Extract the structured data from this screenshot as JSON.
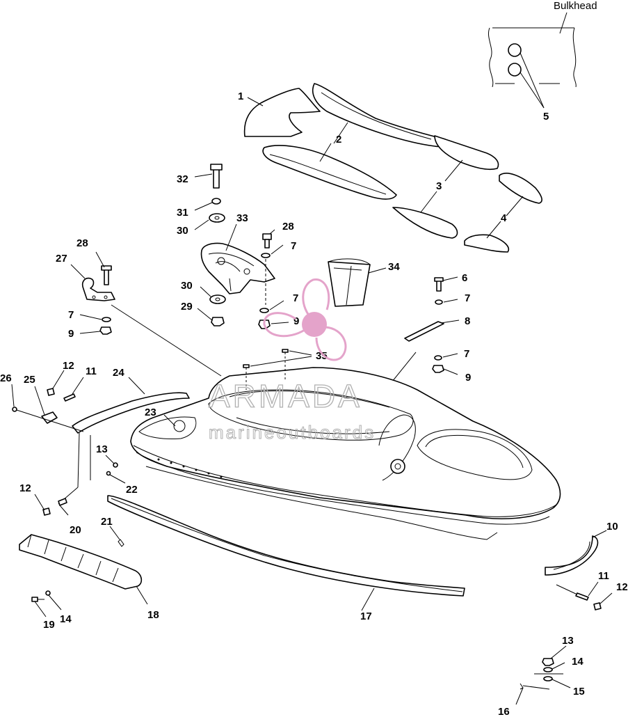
{
  "bulkhead_label": "Bulkhead",
  "callouts": [
    "1",
    "2",
    "3",
    "4",
    "5",
    "6",
    "7",
    "7",
    "7",
    "7",
    "7",
    "8",
    "9",
    "9",
    "9",
    "10",
    "11",
    "11",
    "12",
    "12",
    "12",
    "13",
    "13",
    "14",
    "14",
    "15",
    "16",
    "17",
    "18",
    "19",
    "20",
    "21",
    "22",
    "23",
    "24",
    "25",
    "26",
    "27",
    "28",
    "28",
    "29",
    "30",
    "30",
    "31",
    "32",
    "33",
    "34",
    "35"
  ],
  "watermark": {
    "brand": "ARMADA",
    "tagline": "marineoutboards",
    "logo": "propeller-logo",
    "colors": {
      "logo": "#e39fc8",
      "text": "#b0b0b0"
    }
  },
  "colors": {
    "line": "#000000",
    "background": "#ffffff"
  }
}
